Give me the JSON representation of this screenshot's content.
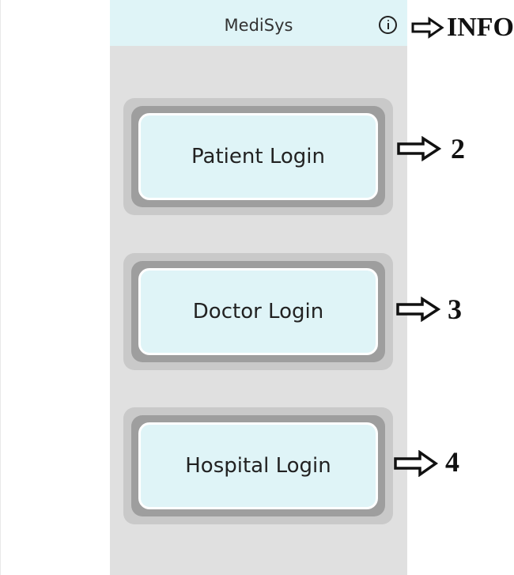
{
  "app": {
    "title": "MediSys"
  },
  "icons": {
    "info": "info-circle-icon",
    "annotation_arrow": "right-outline-arrow-icon"
  },
  "login_buttons": [
    {
      "label": "Patient Login"
    },
    {
      "label": "Doctor Login"
    },
    {
      "label": "Hospital Login"
    }
  ],
  "annotations": {
    "info": "INFO",
    "patient": "2",
    "doctor": "3",
    "hospital": "4"
  },
  "colors": {
    "header_bg": "#dff4f7",
    "phone_bg": "#e0e0e0",
    "button_bg": "#dff4f7",
    "frame_outer": "#c9c9c9",
    "frame_inner": "#9e9e9e"
  }
}
